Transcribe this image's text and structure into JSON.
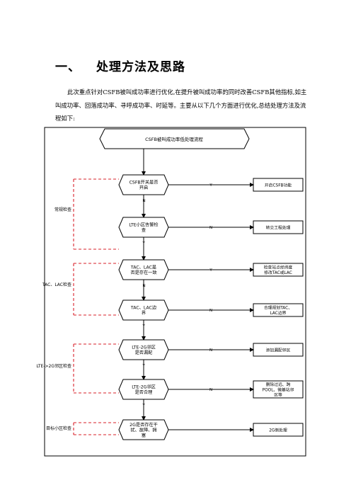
{
  "heading": {
    "number": "一、",
    "title": "处理方法及思路"
  },
  "paragraph": "此次重点针对CSFB被叫成功率进行优化,在提升被叫成功率的同时改善CSFB其他指标,如主叫成功率、回落成功率、寻呼成功率、时延等。主要从以下几个方面进行优化,总结处理方法及流程如下:",
  "flowchart": {
    "title": "CSFB被叫成功率低处理流程",
    "decisions": [
      {
        "lines": [
          "CSFB开关是否",
          "开启"
        ],
        "yes": "N",
        "no": "Y"
      },
      {
        "lines": [
          "LTE小区告警检",
          "查"
        ],
        "yes": "Y",
        "no": "N"
      },
      {
        "lines": [
          "TAC、LAC是",
          "否是存在一致"
        ],
        "yes": "N",
        "no": "Y"
      },
      {
        "lines": [
          "TAC、LAC边",
          "界"
        ],
        "yes": "Y",
        "no": "N"
      },
      {
        "lines": [
          "LTE-2G邻区",
          "是否漏配"
        ],
        "yes": "Y",
        "no": "N"
      },
      {
        "lines": [
          "LTE-2G邻区",
          "是否合理"
        ],
        "yes": "Y",
        "no": "N"
      },
      {
        "lines": [
          "2G是否存在干",
          "扰、故障、拥",
          "塞"
        ],
        "yes": "Y",
        "no": ""
      }
    ],
    "actions": [
      {
        "lines": [
          "开启CSFB功能"
        ]
      },
      {
        "lines": [
          "转交工程处理"
        ]
      },
      {
        "lines": [
          "检查站点经纬度",
          "修改TAC或LAC"
        ]
      },
      {
        "lines": [
          "合理规划TAC、",
          "LAC边界"
        ]
      },
      {
        "lines": [
          "添加漏配邻区"
        ]
      },
      {
        "lines": [
          "删除过远、跨",
          "POOL、微基站邻",
          "区等"
        ]
      },
      {
        "lines": [
          "2G侧处理"
        ]
      }
    ],
    "groups": [
      {
        "label": "常规检查"
      },
      {
        "label": "TAC、LAC检查"
      },
      {
        "label": "LTE->2G邻区检查"
      },
      {
        "label": "目标小区检查"
      }
    ]
  }
}
